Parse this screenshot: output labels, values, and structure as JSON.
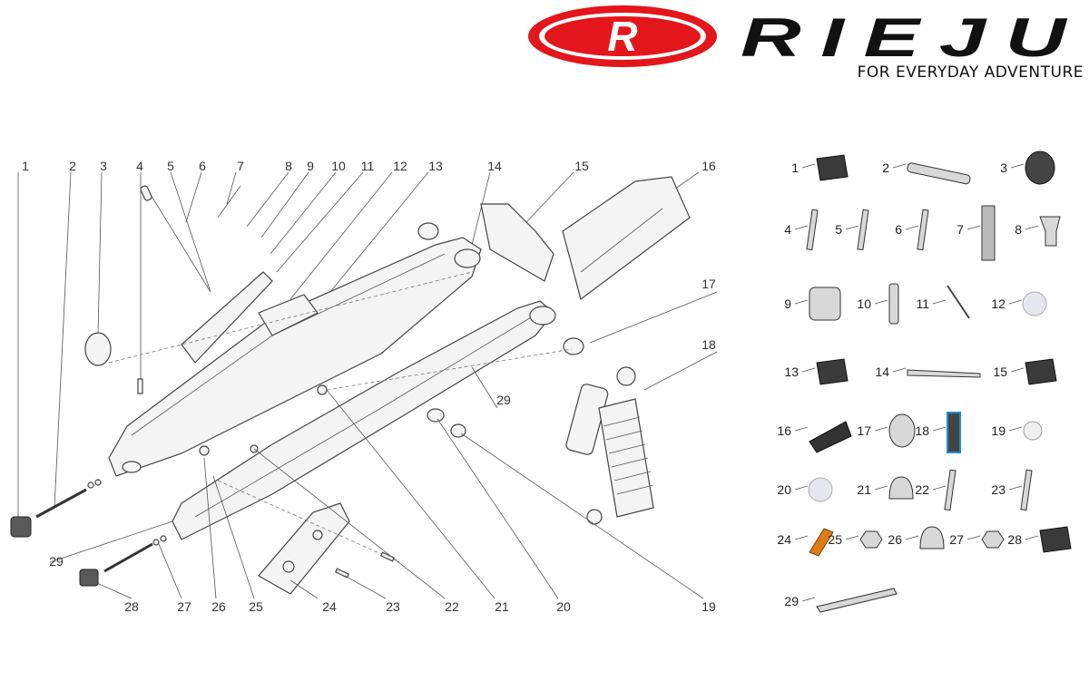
{
  "brand": {
    "name": "RIEJU",
    "logo_letter": "R",
    "tagline": "FOR EVERYDAY ADVENTURE",
    "accent_color": "#e3161b"
  },
  "exploded_view": {
    "top_labels": [
      "1",
      "2",
      "3",
      "4",
      "5",
      "6",
      "7",
      "8",
      "9",
      "10",
      "11",
      "12",
      "13",
      "14",
      "15",
      "16"
    ],
    "right_labels": [
      "17",
      "18"
    ],
    "bottom_labels": [
      "28",
      "27",
      "26",
      "25",
      "24",
      "23",
      "22",
      "21",
      "20",
      "19"
    ],
    "inline_labels": [
      "29",
      "29"
    ]
  },
  "thumbnails": [
    {
      "n": "1",
      "icon": "chain-adjuster-plate-icon"
    },
    {
      "n": "2",
      "icon": "axle-pin-icon"
    },
    {
      "n": "3",
      "icon": "rubber-bushing-icon"
    },
    {
      "n": "4",
      "icon": "bolt-icon"
    },
    {
      "n": "5",
      "icon": "bolt-icon"
    },
    {
      "n": "6",
      "icon": "pin-icon"
    },
    {
      "n": "7",
      "icon": "spring-icon"
    },
    {
      "n": "8",
      "icon": "sleeve-icon"
    },
    {
      "n": "9",
      "icon": "bushing-icon"
    },
    {
      "n": "10",
      "icon": "pivot-pin-icon"
    },
    {
      "n": "11",
      "icon": "rod-icon"
    },
    {
      "n": "12",
      "icon": "washer-icon"
    },
    {
      "n": "13",
      "icon": "bracket-icon"
    },
    {
      "n": "14",
      "icon": "arm-icon"
    },
    {
      "n": "15",
      "icon": "mount-bracket-icon"
    },
    {
      "n": "16",
      "icon": "chain-guard-icon"
    },
    {
      "n": "17",
      "icon": "bearing-icon"
    },
    {
      "n": "18",
      "icon": "shock-absorber-icon"
    },
    {
      "n": "19",
      "icon": "spacer-icon"
    },
    {
      "n": "20",
      "icon": "washer-icon"
    },
    {
      "n": "21",
      "icon": "cap-nut-icon"
    },
    {
      "n": "22",
      "icon": "bolt-icon"
    },
    {
      "n": "23",
      "icon": "bolt-icon"
    },
    {
      "n": "24",
      "icon": "chain-slider-icon"
    },
    {
      "n": "25",
      "icon": "nut-icon"
    },
    {
      "n": "26",
      "icon": "cap-nut-icon"
    },
    {
      "n": "27",
      "icon": "hex-nut-icon"
    },
    {
      "n": "28",
      "icon": "adjuster-plate-icon"
    },
    {
      "n": "29",
      "icon": "swingarm-rail-icon"
    }
  ]
}
